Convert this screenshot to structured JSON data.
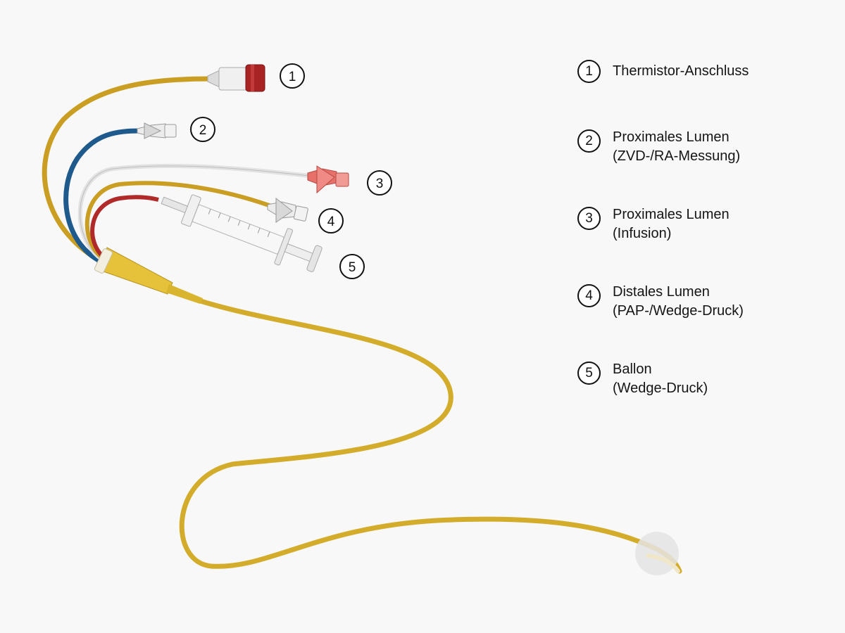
{
  "callouts": [
    {
      "id": "1"
    },
    {
      "id": "2"
    },
    {
      "id": "3"
    },
    {
      "id": "4"
    },
    {
      "id": "5"
    }
  ],
  "legend": [
    {
      "num": "1",
      "line1": "Thermistor-Anschluss",
      "line2": ""
    },
    {
      "num": "2",
      "line1": "Proximales Lumen",
      "line2": "(ZVD-/RA-Messung)"
    },
    {
      "num": "3",
      "line1": "Proximales Lumen",
      "line2": "(Infusion)"
    },
    {
      "num": "4",
      "line1": "Distales Lumen",
      "line2": "(PAP-/Wedge-Druck)"
    },
    {
      "num": "5",
      "line1": "Ballon",
      "line2": "(Wedge-Druck)"
    }
  ],
  "colors": {
    "catheter_yellow": "#d4ac2b",
    "blue_lumen": "#1f5a8c",
    "white_lumen": "#e2e2e2",
    "red_lumen": "#b02a2a",
    "connector_red": "#a82424",
    "connector_pink": "#e8706a",
    "hub_yellow": "#e6c23a"
  }
}
